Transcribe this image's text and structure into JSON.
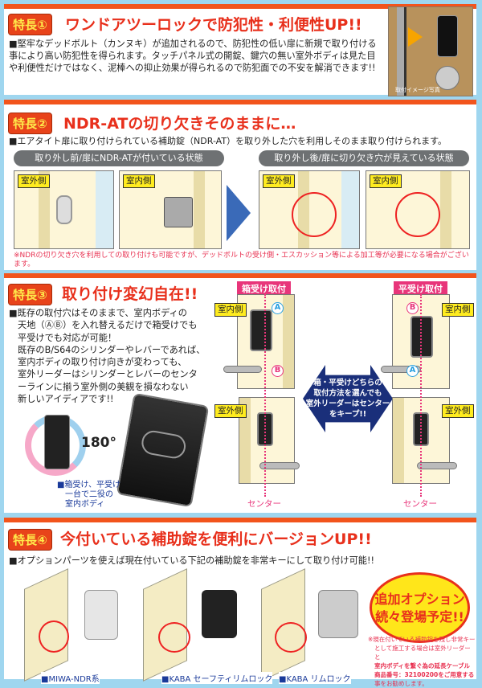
{
  "feature1": {
    "badge": "特長①",
    "title": "ワンドアツーロックで防犯性・利便性UP!!",
    "body": "■堅牢なデッドボルト（カンヌキ）が追加されるので、防犯性の低い扉に新規で取り付ける事により高い防犯性を得られます。タッチパネル式の開錠、鍵穴の無い室外ボディは見た目や利便性だけではなく、泥棒への抑止効果が得られるので防犯面での不安を解消できます!!",
    "photo_caption": "取付イメージ写真"
  },
  "feature2": {
    "badge": "特長②",
    "title": "NDR-ATの切り欠きそのままに…",
    "body": "■エアタイト扉に取り付けられている補助錠（NDR-AT）を取り外した穴を利用しそのまま取り付けられます。",
    "before_label": "取り外し前/扉にNDR-ATが付いている状態",
    "after_label": "取り外し後/扉に切り欠き穴が見えている状態",
    "outdoor": "室外側",
    "indoor": "室内側",
    "note": "※NDRの切り欠き穴を利用しての取り付けも可能ですが、デッドボルトの受け側・エスカッション等による加工等が必要になる場合がございます。"
  },
  "feature3": {
    "badge": "特長③",
    "title": "取り付け変幻自在!!",
    "body_lines": [
      "■既存の取付穴はそのままで、室内ボディの",
      "天地（ⒶⒷ）を入れ替えるだけで箱受けでも",
      "平受けでも対応が可能！",
      "既存のB/S64のシリンダーやレバーであれば、",
      "室内ボディの取り付け向きが変わっても、",
      "室外リーダーはシリンダーとレバーのセンタ",
      "ーラインに揃う室外側の美観を損なわない",
      "新しいアイディアです!!"
    ],
    "rotation": "180°",
    "caption_lines": [
      "■箱受け、平受け",
      "一台で二役の",
      "室内ボディ"
    ],
    "box_mount": "箱受け取付",
    "flat_mount": "平受け取付",
    "indoor": "室内側",
    "outdoor": "室外側",
    "mark_a": "A",
    "mark_b": "B",
    "center": "センター",
    "arrow_lines": [
      "箱・平受けどちらの",
      "取付方法を選んでも",
      "室外リーダーはセンター",
      "をキープ!!"
    ]
  },
  "feature4": {
    "badge": "特長④",
    "title": "今付いている補助錠を便利にバージョンUP!!",
    "body": "■オプションパーツを使えば現在付いている下記の補助錠を非常キーにして取り付け可能!!",
    "products": [
      "■MIWA-NDR系",
      "■KABA セーフティリムロック",
      "■KABA リムロック"
    ],
    "option_lines": [
      "追加オプション",
      "続々登場予定!!"
    ],
    "note_lines": [
      "※現在付いている補助錠を残し非常キー",
      "として施工する場合は室外リーダーと",
      "室内ボディを繋ぐ為の延長ケーブル",
      "商品番号：32100200をご用意する",
      "事をお勧めします。"
    ]
  },
  "colors": {
    "accent": "#e8301c",
    "background": "#9fd6ef",
    "center_line": "#e8357a"
  }
}
